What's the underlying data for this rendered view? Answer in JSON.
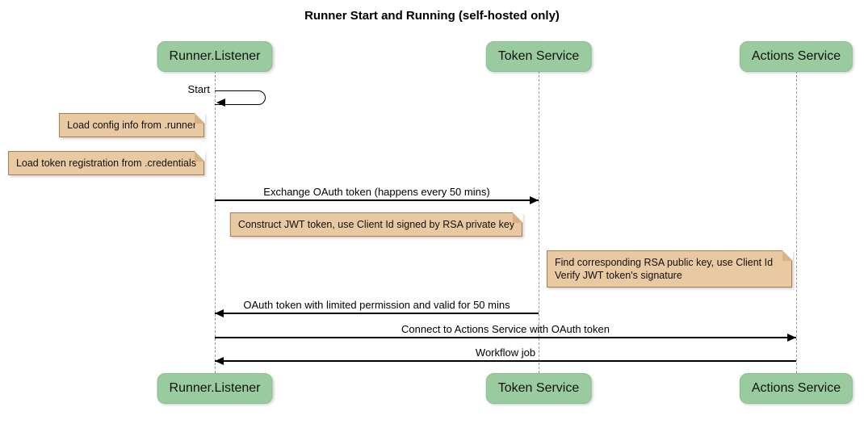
{
  "title": "Runner Start and Running (self-hosted only)",
  "diagram_type": "sequence-diagram",
  "colors": {
    "participant_fill": "#9ACB9F",
    "participant_border": "#8CBD93",
    "note_fill": "#E9C9A2",
    "note_border": "#A97F4F",
    "lifeline": "#9A9A9A",
    "arrow": "#000000",
    "background": "#FFFFFF"
  },
  "participants": [
    {
      "label": "Runner.Listener"
    },
    {
      "label": "Token Service"
    },
    {
      "label": "Actions Service"
    }
  ],
  "messages": [
    {
      "label": "Start",
      "type": "self",
      "from": "Runner.Listener",
      "to": "Runner.Listener"
    },
    {
      "label": "Exchange OAuth token (happens every 50 mins)",
      "type": "solid-arrow",
      "from": "Runner.Listener",
      "to": "Token Service"
    },
    {
      "label": "OAuth token with limited permission and valid for 50 mins",
      "type": "solid-arrow",
      "from": "Token Service",
      "to": "Runner.Listener"
    },
    {
      "label": "Connect to Actions Service with OAuth token",
      "type": "solid-arrow",
      "from": "Runner.Listener",
      "to": "Actions Service"
    },
    {
      "label": "Workflow job",
      "type": "solid-arrow",
      "from": "Actions Service",
      "to": "Runner.Listener"
    }
  ],
  "notes": [
    {
      "text": "Load config info from .runner",
      "position": "left of Runner.Listener"
    },
    {
      "text": "Load token registration from .credentials",
      "position": "left of Runner.Listener"
    },
    {
      "text": "Construct JWT token, use Client Id signed by RSA private key",
      "position": "over Runner.Listener and Token Service"
    },
    {
      "text": "Find corresponding RSA public key, use Client Id\nVerify JWT token's signature",
      "position": "over Token Service and Actions Service"
    }
  ]
}
